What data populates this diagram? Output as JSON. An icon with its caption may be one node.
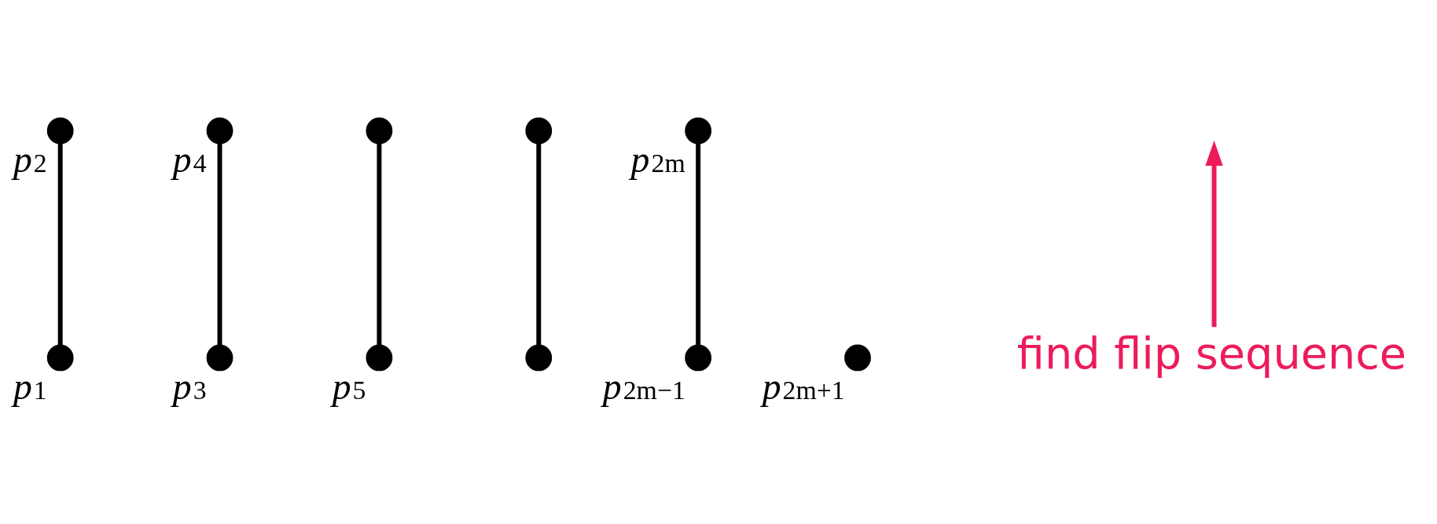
{
  "diagram": {
    "nodes": [
      {
        "text": [],
        "shape": "circle",
        "beside": [
          "p$_{1}$"
        ]
      },
      {
        "text": [],
        "shape": "circle",
        "beside": [
          "p$_{2}$"
        ]
      },
      {
        "text": [],
        "shape": "circle",
        "beside": [
          "p$_{3}$"
        ]
      },
      {
        "text": [],
        "shape": "circle",
        "beside": [
          "p$_{4}$"
        ]
      },
      {
        "text": [],
        "shape": "circle",
        "beside": [
          "p$_{5}$"
        ]
      },
      {
        "text": [],
        "shape": "circle"
      },
      {
        "text": [],
        "shape": "circle"
      },
      {
        "text": [],
        "shape": "circle"
      },
      {
        "text": [],
        "shape": "circle",
        "beside": [
          "p$_{2m−1}$"
        ]
      },
      {
        "text": [],
        "shape": "circle",
        "beside": [
          "p$_{2m}$"
        ]
      },
      {
        "text": [],
        "shape": "circle",
        "beside": [
          "p$_{2m+1}$"
        ]
      },
      {
        "text": [
          "find flip sequence"
        ]
      }
    ],
    "edges": [
      {
        "from": 0,
        "to": 1,
        "arrow": "none"
      },
      {
        "from": 2,
        "to": 3,
        "arrow": "none"
      },
      {
        "from": 4,
        "to": 5,
        "arrow": "none"
      },
      {
        "from": 6,
        "to": 7,
        "arrow": "none"
      },
      {
        "from": 8,
        "to": 9,
        "arrow": "none"
      },
      {
        "from": 11,
        "to": null,
        "arrow": "to",
        "color": "#ec1c5b"
      }
    ]
  }
}
